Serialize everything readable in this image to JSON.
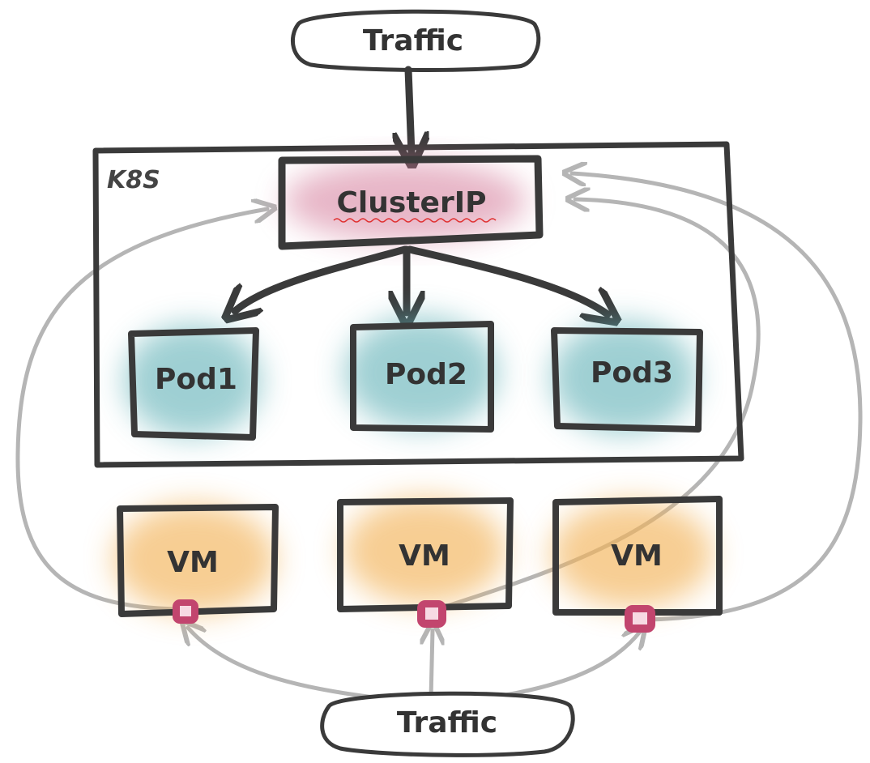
{
  "diagram": {
    "traffic_top": "Traffic",
    "traffic_bottom": "Traffic",
    "k8s_label": "K8S",
    "clusterip": "ClusterIP",
    "pods": [
      "Pod1",
      "Pod2",
      "Pod3"
    ],
    "vms": [
      "VM",
      "VM",
      "VM"
    ]
  },
  "colors": {
    "ink": "#3a3a3a",
    "clusterip_fill": "#d47a9a",
    "pod_fill": "#5fb0b6",
    "vm_fill": "#f3b45a",
    "port_fill": "#c2456e",
    "connector": "#b5b5b5"
  }
}
